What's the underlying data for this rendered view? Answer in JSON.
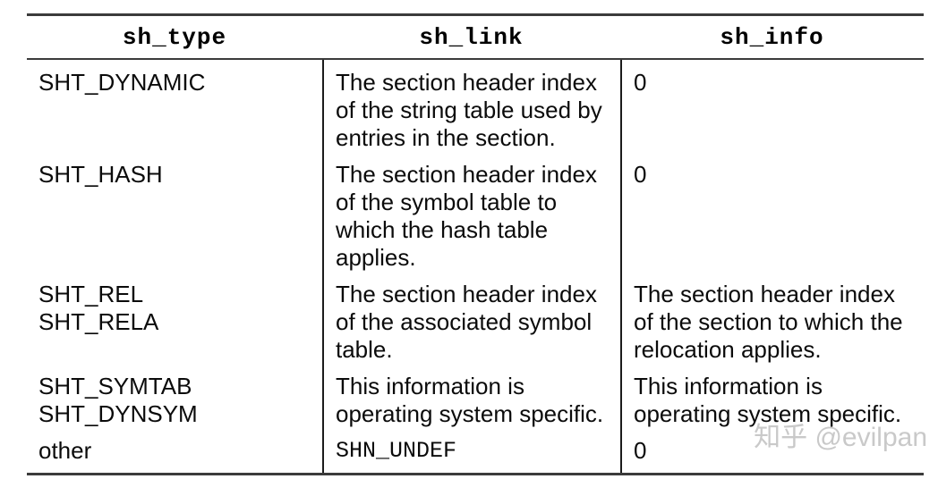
{
  "table": {
    "columns": [
      "sh_type",
      "sh_link",
      "sh_info"
    ],
    "rows": [
      {
        "type": "SHT_DYNAMIC",
        "link": "The section header index\nof the string table used by\nentries in the section.",
        "info": "0"
      },
      {
        "type": "SHT_HASH",
        "link": "The section header index\nof the symbol table to\nwhich the hash table\napplies.",
        "info": "0"
      },
      {
        "type": "SHT_REL\nSHT_RELA",
        "link": "The section header index\nof the associated symbol\ntable.",
        "info": "The section header index\nof the section to which the\nrelocation applies."
      },
      {
        "type": "SHT_SYMTAB\nSHT_DYNSYM",
        "link": "This information is\noperating system specific.",
        "info": "This information is\noperating system specific."
      },
      {
        "type": "other",
        "link": "SHN_UNDEF",
        "info": "0"
      }
    ]
  },
  "watermark": {
    "text": "知乎 @evilpan",
    "color": "#c9c9c9"
  }
}
